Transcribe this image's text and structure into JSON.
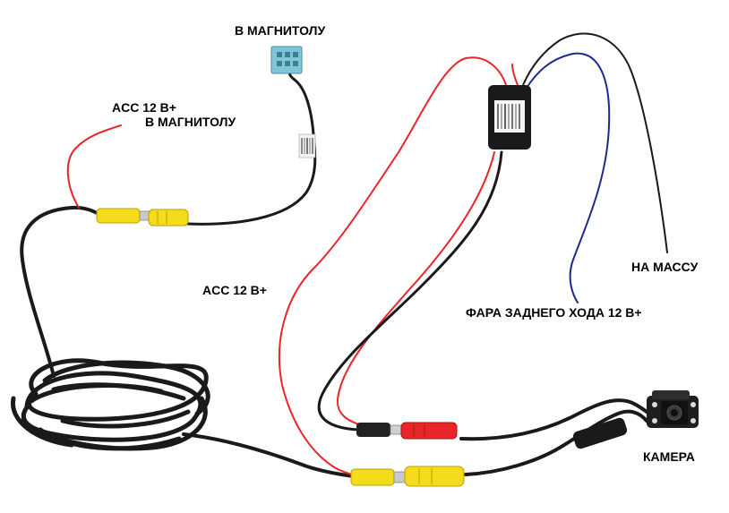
{
  "labels": {
    "head_unit_top": "В МАГНИТОЛУ",
    "acc_left": "ACC 12 В+",
    "head_unit_left": "В МАГНИТОЛУ",
    "acc_middle": "ACC 12 В+",
    "ground": "НА МАССУ",
    "reverse_light": "ФАРА ЗАДНЕГО ХОДА 12 В+",
    "camera": "КАМЕРА"
  },
  "colors": {
    "wire_black": "#1a1a1a",
    "wire_red": "#e8262a",
    "wire_blue": "#1c2a8c",
    "rca_yellow": "#f2dc1c",
    "rca_red": "#e8262a",
    "connector_blue": "#7ec6d8",
    "background": "#ffffff"
  }
}
